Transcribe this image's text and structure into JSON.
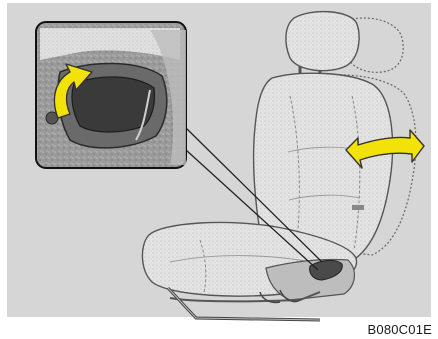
{
  "figure_code": "B080C01E",
  "colors": {
    "panel_bg": "#d6d6d6",
    "seat_fill": "#e8e8e8",
    "seat_outline": "#555555",
    "arrow_fill": "#f2e20a",
    "arrow_outline": "#333333",
    "inset_bg": "#6f6f6f"
  },
  "icons": [
    "recline-lever",
    "recline-arrow",
    "lever-pull-arrow"
  ]
}
